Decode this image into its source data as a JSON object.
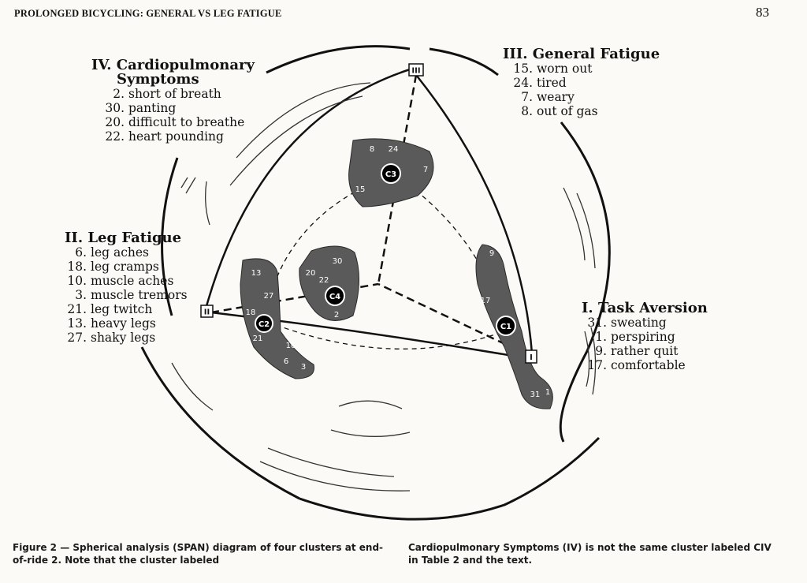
{
  "header": {
    "running_title": "PROLONGED BICYCLING: GENERAL VS LEG FATIGUE",
    "page_number": "83"
  },
  "clusters": {
    "IV": {
      "title": "IV. Cardiopulmonary",
      "title2": "Symptoms",
      "items": [
        {
          "num": "2.",
          "text": "short of breath"
        },
        {
          "num": "30.",
          "text": "panting"
        },
        {
          "num": "20.",
          "text": "difficult to breathe"
        },
        {
          "num": "22.",
          "text": "heart pounding"
        }
      ]
    },
    "III": {
      "title": "III. General Fatigue",
      "items": [
        {
          "num": "15.",
          "text": "worn out"
        },
        {
          "num": "24.",
          "text": "tired"
        },
        {
          "num": "7.",
          "text": "weary"
        },
        {
          "num": "8.",
          "text": "out of gas"
        }
      ]
    },
    "II": {
      "title": "II. Leg Fatigue",
      "items": [
        {
          "num": "6.",
          "text": "leg aches"
        },
        {
          "num": "18.",
          "text": "leg cramps"
        },
        {
          "num": "10.",
          "text": "muscle aches"
        },
        {
          "num": "3.",
          "text": "muscle tremors"
        },
        {
          "num": "21.",
          "text": "leg twitch"
        },
        {
          "num": "13.",
          "text": "heavy legs"
        },
        {
          "num": "27.",
          "text": "shaky legs"
        }
      ]
    },
    "I": {
      "title": "I. Task Aversion",
      "items": [
        {
          "num": "31.",
          "text": "sweating"
        },
        {
          "num": "1.",
          "text": "perspiring"
        },
        {
          "num": "9.",
          "text": "rather quit"
        },
        {
          "num": "17.",
          "text": "comfortable"
        }
      ]
    }
  },
  "diagram": {
    "vertex_labels": [
      "III",
      "II",
      "I"
    ],
    "centroids": [
      "C3",
      "C4",
      "C2",
      "C1"
    ],
    "point_labels": {
      "C3": [
        "8",
        "24",
        "7",
        "15"
      ],
      "C4": [
        "30",
        "20",
        "22",
        "2"
      ],
      "C2": [
        "13",
        "27",
        "18",
        "21",
        "10",
        "6",
        "3"
      ],
      "C1": [
        "9",
        "17",
        "31",
        "1"
      ]
    }
  },
  "caption": {
    "left": "Figure 2 — Spherical analysis (SPAN) diagram of four clusters at end-of-ride 2. Note that the cluster labeled",
    "right": "Cardiopulmonary Symptoms (IV) is not the same cluster labeled CIV in Table 2 and the text."
  },
  "colors": {
    "ink": "#111111",
    "paper": "#fbfaf6",
    "cluster_fill": "#555555"
  }
}
